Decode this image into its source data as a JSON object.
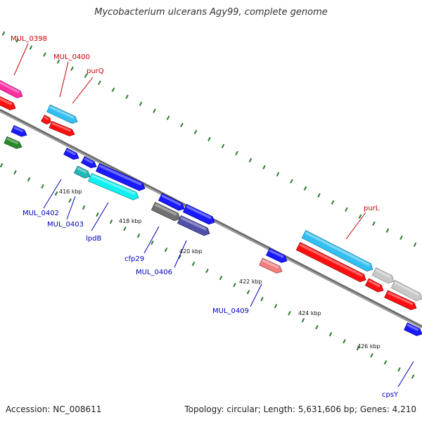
{
  "title": "Mycobacterium ulcerans Agy99, complete genome",
  "footer": {
    "accession": "Accession: NC_008611",
    "topology": "Topology: circular; Length: 5,631,606 bp; Genes: 4,210"
  },
  "colors": {
    "backbone": "#888888",
    "forward_label": "#cc0000",
    "reverse_label": "#0000bb",
    "dot": "#2a7a2a",
    "tick_label": "#111111"
  },
  "kbp_ticks": [
    "416 kbp",
    "418 kbp",
    "420 kbp",
    "422 kbp",
    "424 kbp",
    "426 kbp"
  ],
  "gene_labels": [
    {
      "text": "MUL_0398",
      "strand": "forward"
    },
    {
      "text": "MUL_0400",
      "strand": "forward"
    },
    {
      "text": "purQ",
      "strand": "forward"
    },
    {
      "text": "purL",
      "strand": "forward"
    },
    {
      "text": "MUL_0402",
      "strand": "reverse"
    },
    {
      "text": "MUL_0403",
      "strand": "reverse"
    },
    {
      "text": "lpdB",
      "strand": "reverse"
    },
    {
      "text": "cfp29",
      "strand": "reverse"
    },
    {
      "text": "MUL_0406",
      "strand": "reverse"
    },
    {
      "text": "MUL_0409",
      "strand": "reverse"
    },
    {
      "text": "cpsY",
      "strand": "reverse"
    }
  ]
}
